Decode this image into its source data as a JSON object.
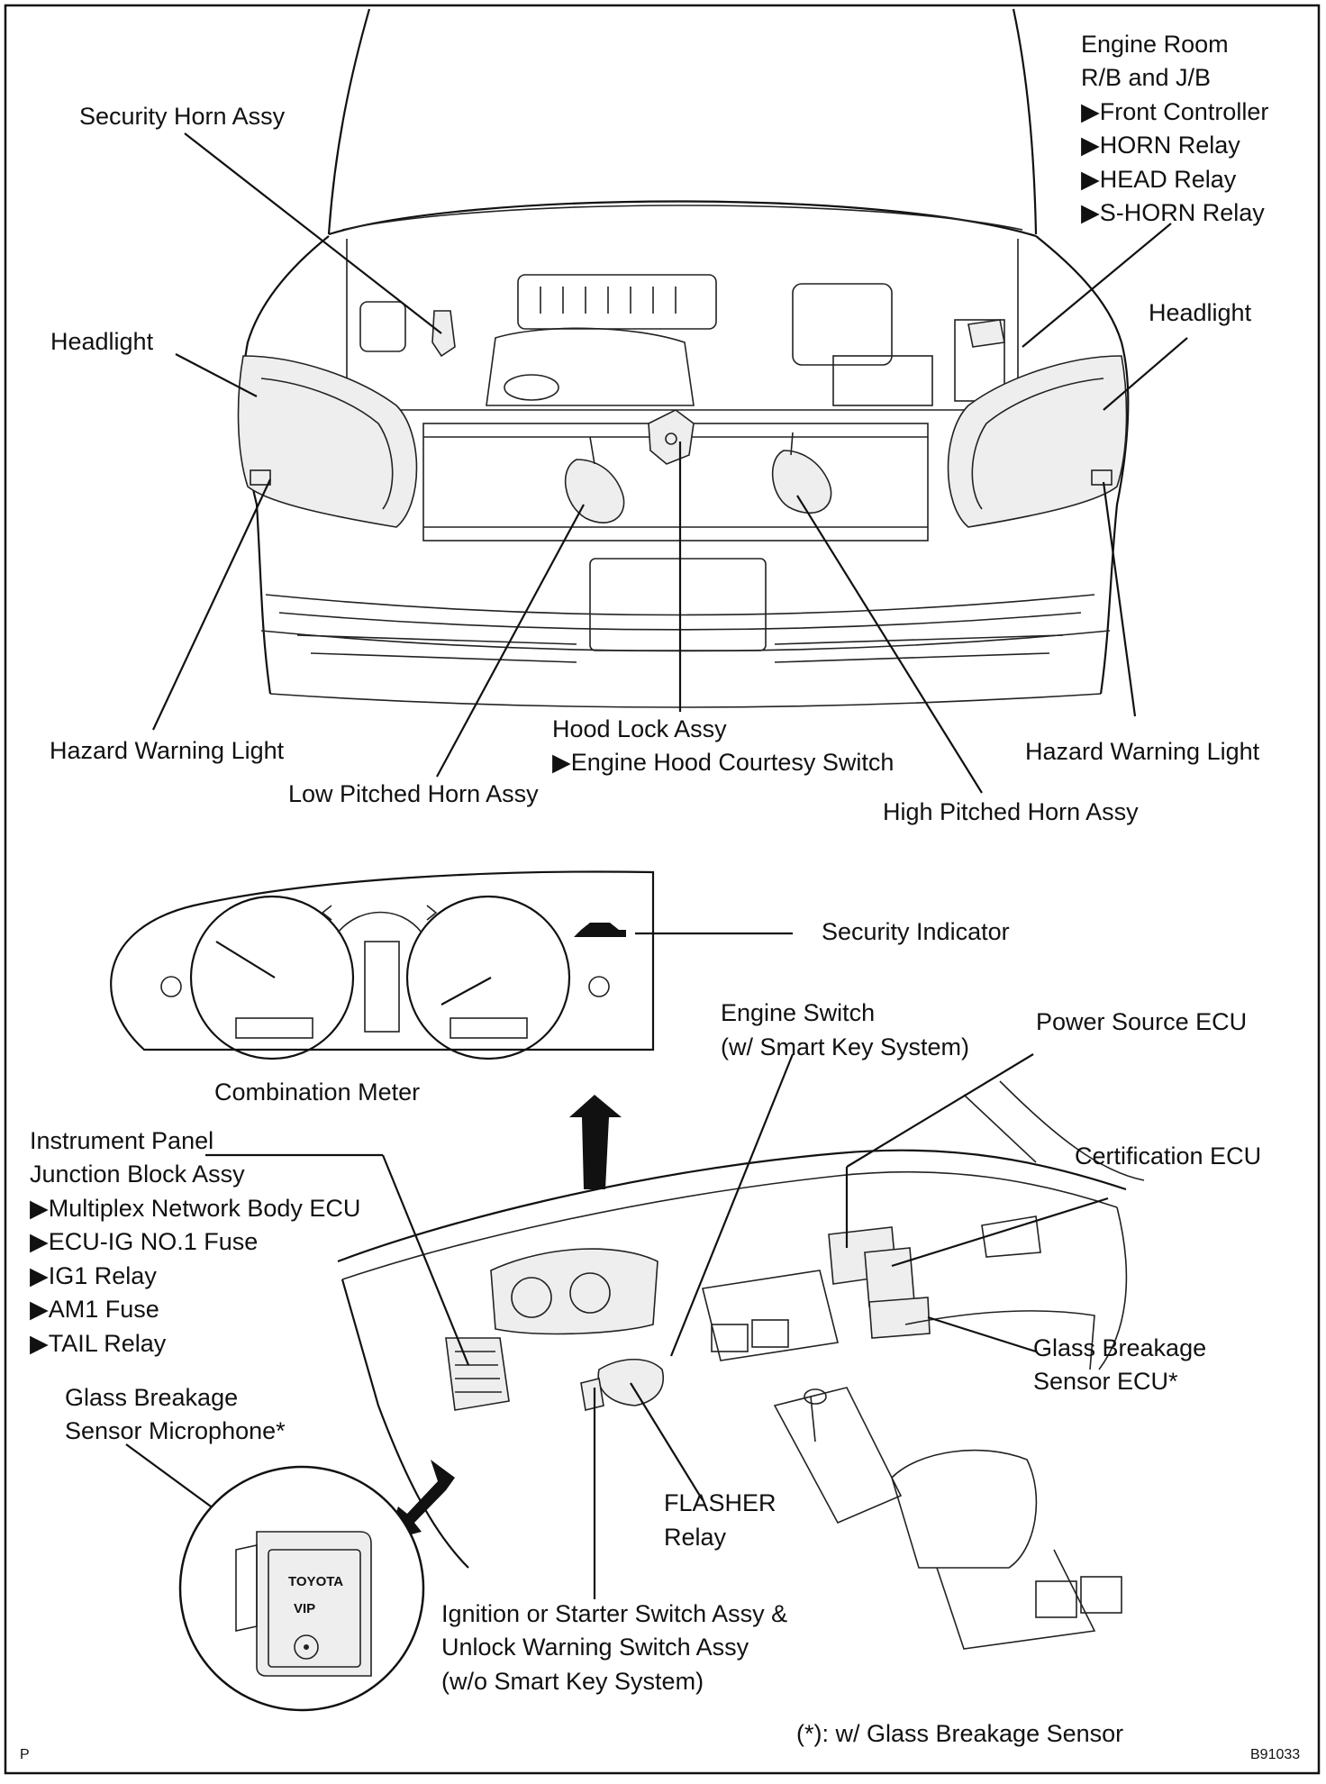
{
  "labels": {
    "security_horn": "Security Horn Assy",
    "engine_room_rb_jb": [
      "Engine Room",
      "R/B and J/B"
    ],
    "engine_room_sub": [
      "Front Controller",
      "HORN Relay",
      "HEAD Relay",
      "S-HORN  Relay"
    ],
    "headlight_left": "Headlight",
    "headlight_right": "Headlight",
    "hazard_left": "Hazard Warning Light",
    "hazard_right": "Hazard Warning Light",
    "hood_lock": "Hood Lock Assy",
    "hood_courtesy": "Engine Hood Courtesy Switch",
    "low_horn": "Low Pitched Horn Assy",
    "high_horn": "High Pitched Horn Assy",
    "security_indicator": "Security Indicator",
    "combination_meter": "Combination Meter",
    "engine_switch": [
      "Engine Switch",
      "(w/ Smart Key System)"
    ],
    "power_source_ecu": "Power Source ECU",
    "instrument_panel_jb": [
      "Instrument Panel",
      "Junction Block Assy"
    ],
    "instrument_panel_sub": [
      "Multiplex Network Body ECU",
      "ECU-IG  NO.1 Fuse",
      "IG1 Relay",
      "AM1 Fuse",
      "TAIL Relay"
    ],
    "certification_ecu": "Certification ECU",
    "glass_breakage_ecu": [
      "Glass Breakage",
      "Sensor ECU*"
    ],
    "glass_breakage_mic": [
      "Glass Breakage",
      "Sensor Microphone*"
    ],
    "flasher_relay": [
      "FLASHER",
      "Relay"
    ],
    "ignition_switch": [
      "Ignition or Starter Switch Assy &",
      "Unlock Warning Switch Assy",
      "(w/o Smart Key System)"
    ],
    "footnote": "(*): w/ Glass Breakage Sensor",
    "corner_left": "P",
    "corner_right": "B91033",
    "mic_brand": "TOYOTA",
    "mic_logo": "VIP"
  }
}
